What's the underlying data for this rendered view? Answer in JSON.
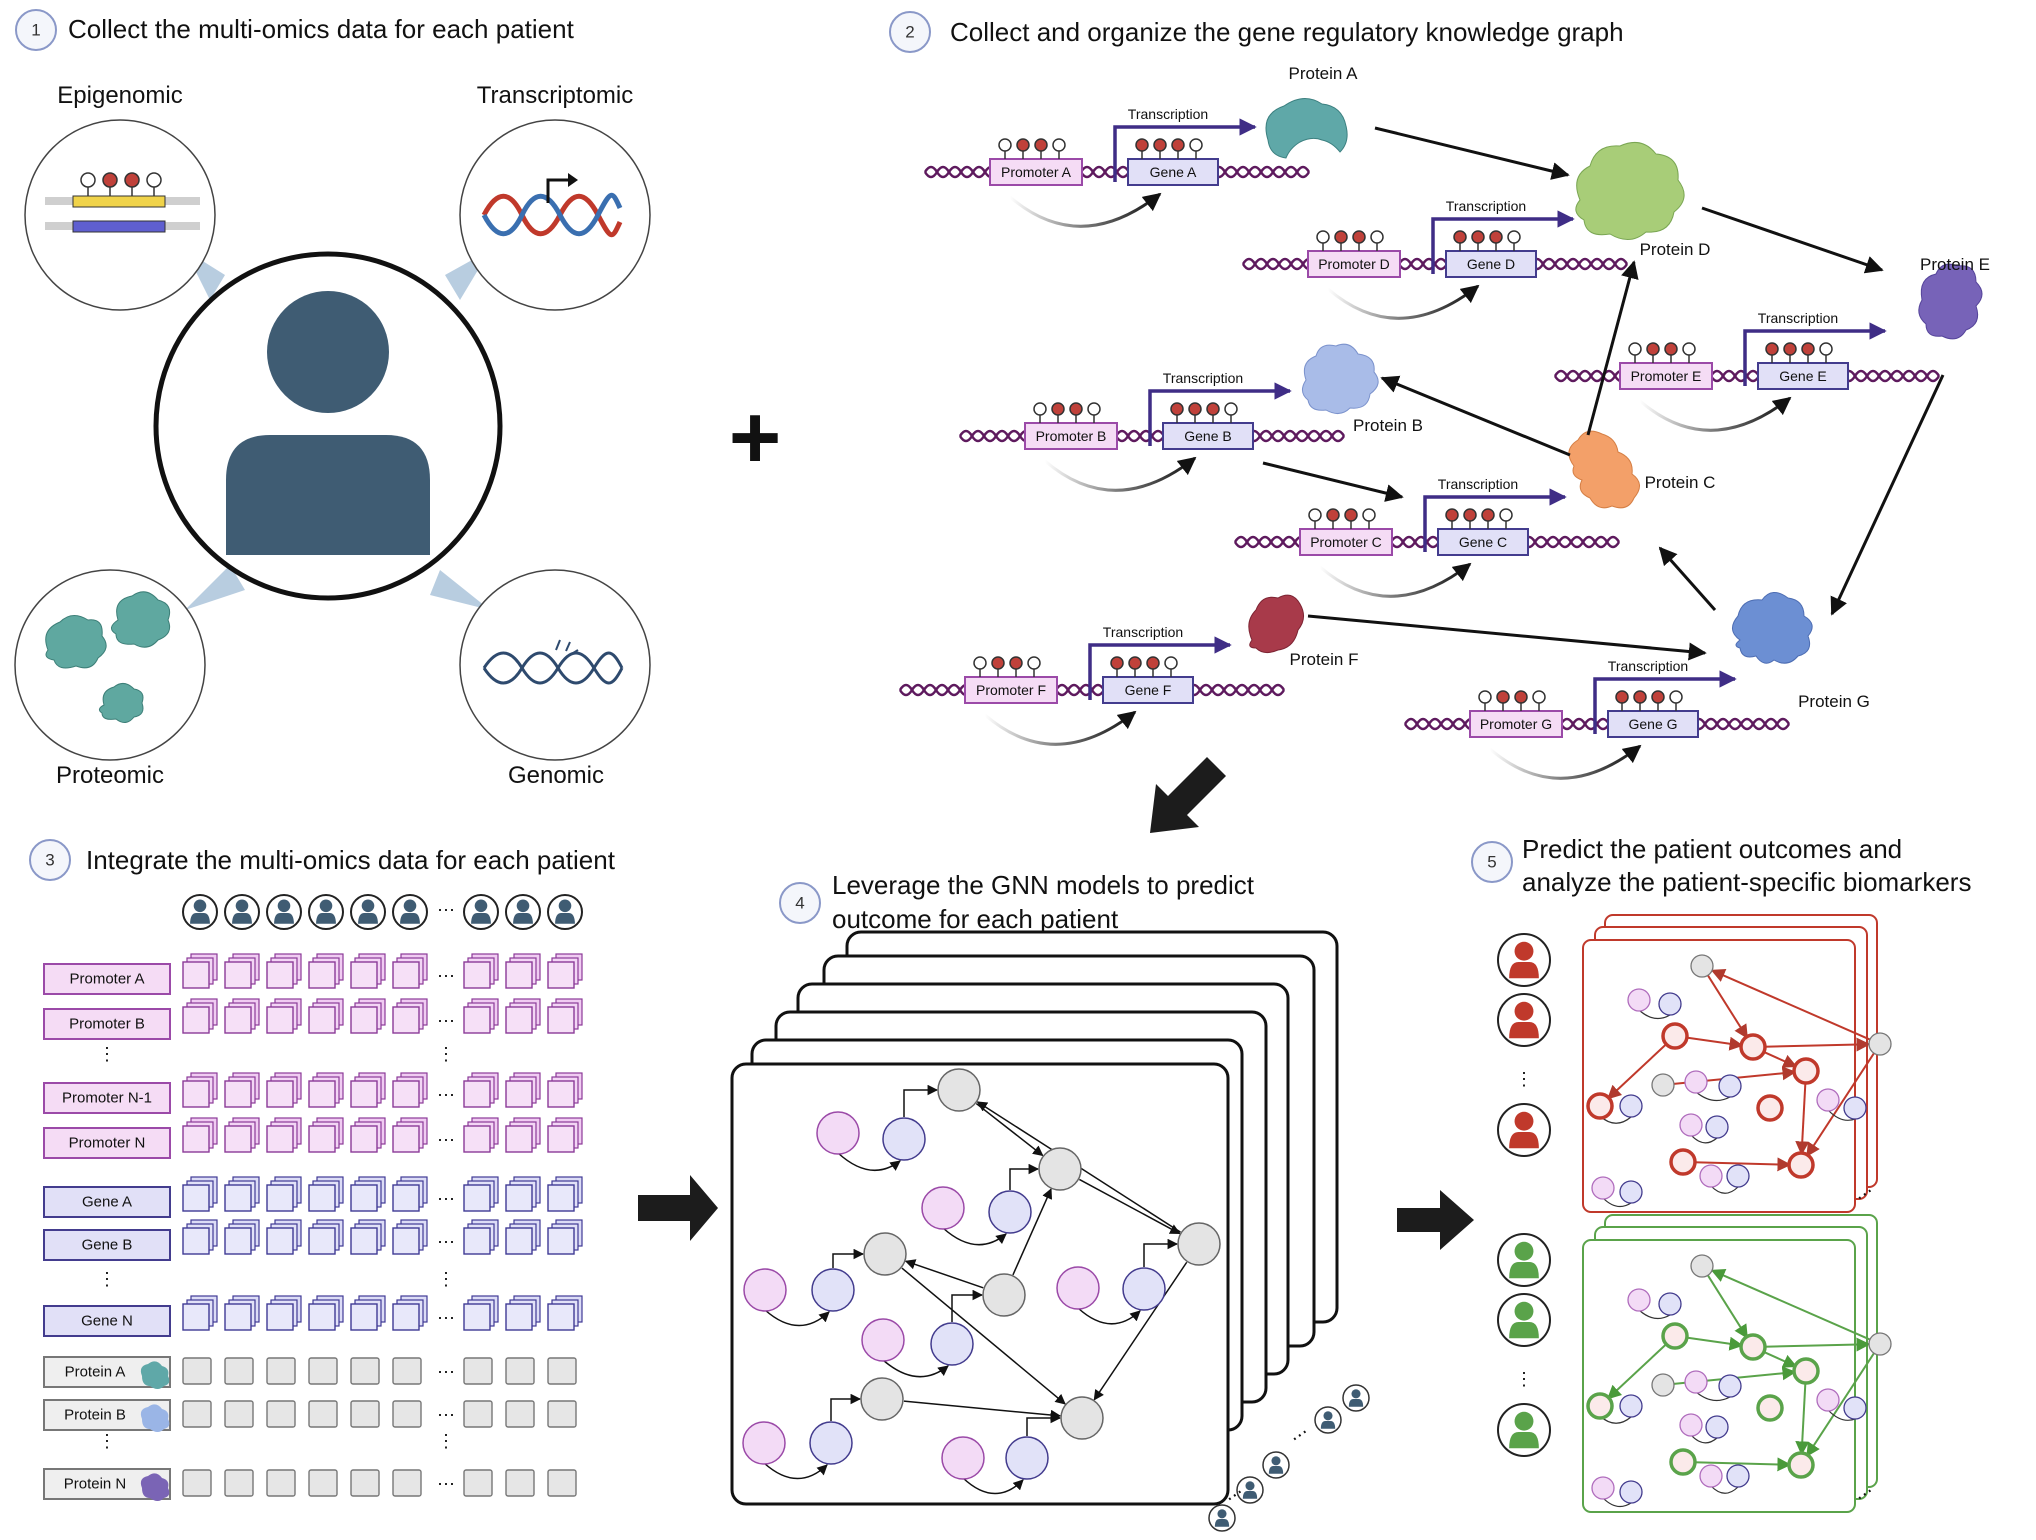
{
  "steps": [
    {
      "num": "1",
      "text": "Collect the multi-omics data for each patient"
    },
    {
      "num": "2",
      "text": "Collect and organize the gene regulatory knowledge graph"
    },
    {
      "num": "3",
      "text": "Integrate the multi-omics data for each patient"
    },
    {
      "num": "4",
      "line1": "Leverage the GNN models to predict",
      "line2": "outcome for each patient"
    },
    {
      "num": "5",
      "line1": "Predict the patient outcomes and",
      "line2": "analyze the patient-specific biomarkers"
    }
  ],
  "omics": {
    "epigenomic": "Epigenomic",
    "transcriptomic": "Transcriptomic",
    "proteomic": "Proteomic",
    "genomic": "Genomic"
  },
  "plus_sign": "+",
  "transcription_label": "Transcription",
  "gene_units": [
    {
      "promoter": "Promoter A",
      "gene": "Gene A",
      "protein": "Protein A"
    },
    {
      "promoter": "Promoter D",
      "gene": "Gene D",
      "protein": "Protein D"
    },
    {
      "promoter": "Promoter E",
      "gene": "Gene E",
      "protein": "Protein E"
    },
    {
      "promoter": "Promoter B",
      "gene": "Gene B",
      "protein": "Protein B"
    },
    {
      "promoter": "Promoter C",
      "gene": "Gene C",
      "protein": "Protein C"
    },
    {
      "promoter": "Promoter F",
      "gene": "Gene F",
      "protein": "Protein F"
    },
    {
      "promoter": "Promoter G",
      "gene": "Gene G",
      "protein": "Protein G"
    }
  ],
  "integration_rows": {
    "promoter": [
      "Promoter A",
      "Promoter B",
      "Promoter N-1",
      "Promoter N"
    ],
    "gene": [
      "Gene A",
      "Gene B",
      "Gene N"
    ],
    "protein": [
      "Protein A",
      "Protein B",
      "Protein N"
    ]
  },
  "ellipsis": "⋯",
  "vellipsis": "⋮",
  "colors": {
    "promoter_fill": "#f5dcf5",
    "promoter_stroke": "#9b4aa8",
    "gene_fill": "#e1e0f7",
    "gene_stroke": "#433c8e",
    "dna_strand": "#5e1a5e",
    "transcription_arrow": "#3f2d86",
    "patient": "#3f5c73",
    "bad_outcome": "#c0392b",
    "good_outcome": "#5aa34a",
    "node_gray": "#e4e4e4",
    "node_purple": "#f3dbf6",
    "node_lavender": "#e1e2f8"
  },
  "icons": [
    "patient-silhouette-icon",
    "protein-icon",
    "dna-helix-icon",
    "arrow-right-icon",
    "arrow-down-icon"
  ]
}
